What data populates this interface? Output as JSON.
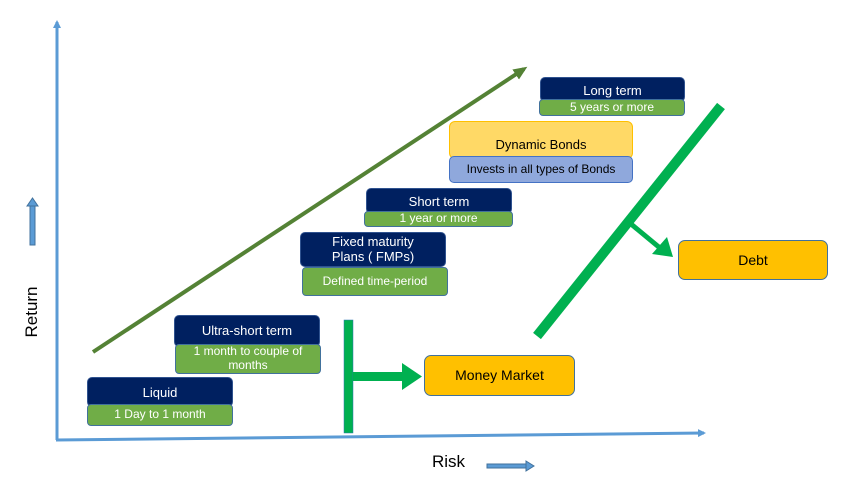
{
  "axes": {
    "x_label": "Risk",
    "y_label": "Return"
  },
  "colors": {
    "axis": "#5b9bd5",
    "trend_arrow": "#548235",
    "category_connector": "#00b050",
    "header_fill": "#002060",
    "subtitle_fill": "#70ad47",
    "category_fill": "#ffc000"
  },
  "funds": [
    {
      "name": "Liquid",
      "duration": "1 Day to 1 month"
    },
    {
      "name": "Ultra-short term",
      "duration": "1 month to couple of months"
    },
    {
      "name": "Fixed maturity Plans ( FMPs)",
      "duration": "Defined time-period"
    },
    {
      "name": "Short term",
      "duration": "1 year or more"
    },
    {
      "name": "Dynamic Bonds",
      "duration": "Invests in all types of Bonds"
    },
    {
      "name": "Long term",
      "duration": "5 years or more"
    }
  ],
  "categories": {
    "money_market": "Money Market",
    "debt": "Debt"
  }
}
